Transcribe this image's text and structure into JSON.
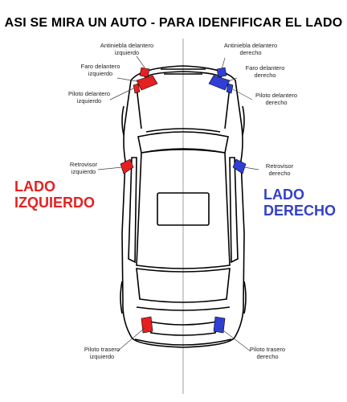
{
  "title": "ASI SE MIRA UN AUTO - PARA IDENFIFICAR EL LADO",
  "side_left": {
    "line1": "LADO",
    "line2": "IZQUIERDO",
    "color": "#e62020"
  },
  "side_right": {
    "line1": "LADO",
    "line2": "DERECHO",
    "color": "#3340c8"
  },
  "callouts_left": [
    {
      "line1": "Antiniebla delantero",
      "line2": "izquierdo"
    },
    {
      "line1": "Faro delantero",
      "line2": "izquierdo"
    },
    {
      "line1": "Piloto delantero",
      "line2": "izquierdo"
    },
    {
      "line1": "Retrovisor",
      "line2": "izquierdo"
    },
    {
      "line1": "Piloto trasero",
      "line2": "izquierdo"
    }
  ],
  "callouts_right": [
    {
      "line1": "Antiniebla delantero",
      "line2": "derecho"
    },
    {
      "line1": "Faro delantero",
      "line2": "derecho"
    },
    {
      "line1": "Piloto delantero",
      "line2": "derecho"
    },
    {
      "line1": "Retrovisor",
      "line2": "derecho"
    },
    {
      "line1": "Piloto trasero",
      "line2": "derecho"
    }
  ],
  "colors": {
    "left_highlight": "#e62020",
    "right_highlight": "#2f3fd6",
    "outline": "#000000"
  }
}
